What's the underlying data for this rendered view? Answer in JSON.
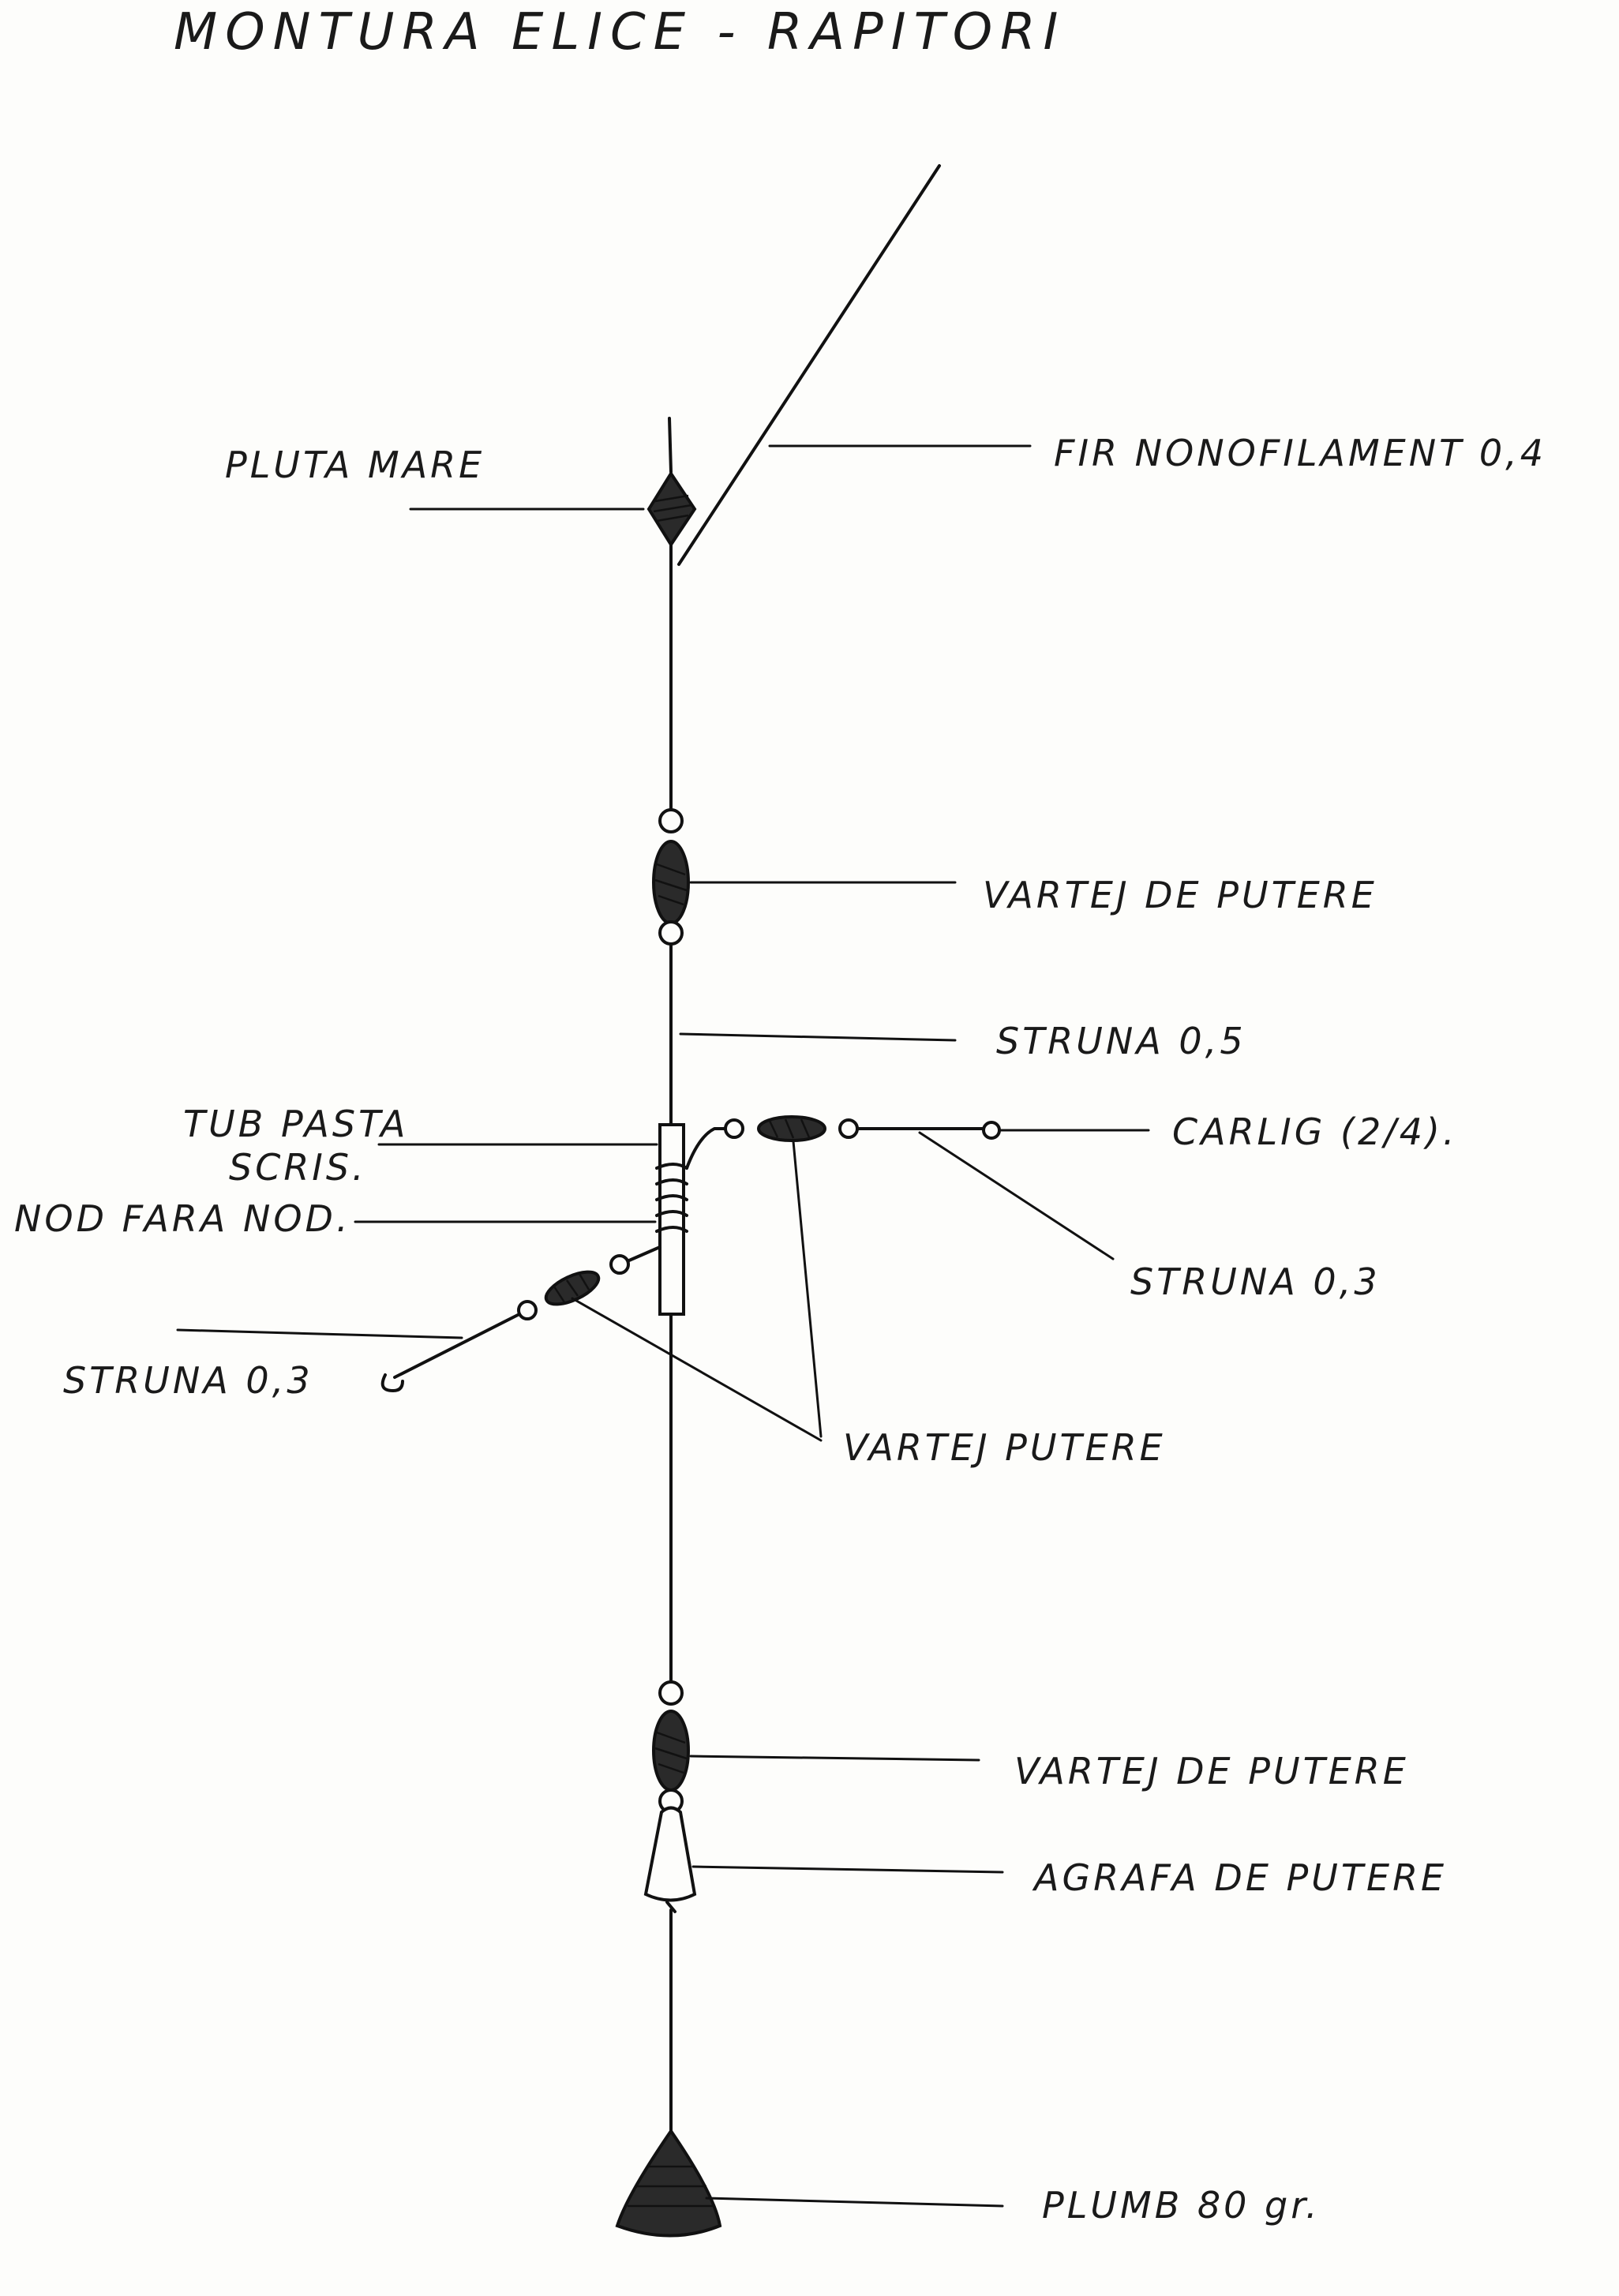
{
  "title": "MONTURA  ELICE - RAPITORI",
  "labels": {
    "pluta": "PLUTA MARE",
    "fir": "FIR NONOFILAMENT 0,4",
    "vartej_top": "VARTEJ DE PUTERE",
    "struna_main": "STRUNA 0,5",
    "tub_1": "TUB PASTA",
    "tub_2": "SCRIS.",
    "carlig": "CARLIG (2/4).",
    "nod": "NOD FARA NOD.",
    "struna_right": "STRUNA 0,3",
    "struna_left": "STRUNA 0,3",
    "vartej_mid": "VARTEJ PUTERE",
    "vartej_bottom": "VARTEJ DE PUTERE",
    "agrafa": "AGRAFA DE PUTERE",
    "plumb": "PLUMB  80 gr."
  },
  "colors": {
    "ink": "#111111",
    "paper": "#fdfdfb"
  }
}
